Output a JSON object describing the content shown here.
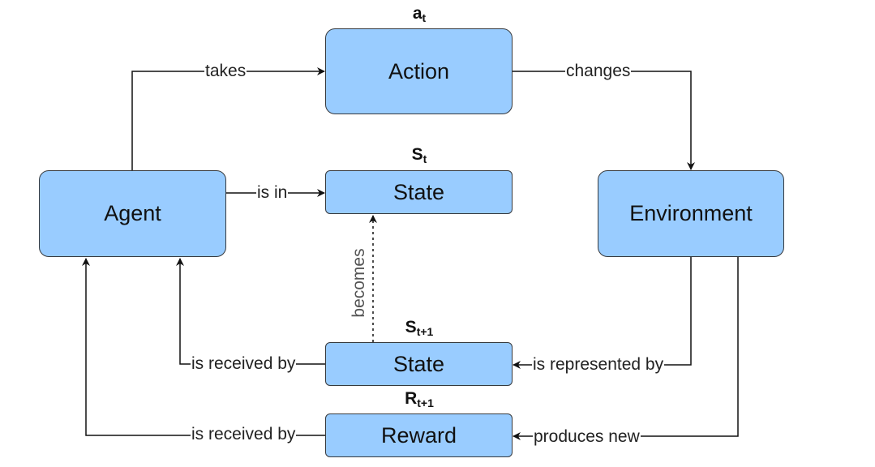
{
  "nodes": {
    "action": "Action",
    "state": "State",
    "agent": "Agent",
    "environment": "Environment",
    "next_state": "State",
    "reward": "Reward"
  },
  "symbols": {
    "action": {
      "base": "a",
      "sub": "t"
    },
    "state": {
      "base": "S",
      "sub": "t"
    },
    "next_state": {
      "base": "S",
      "sub": "t+1"
    },
    "reward": {
      "base": "R",
      "sub": "t+1"
    }
  },
  "edges": {
    "takes": "takes",
    "changes": "changes",
    "is_in": "is in",
    "becomes": "becomes",
    "state_received_by": "is received by",
    "represented_by": "is represented by",
    "reward_received_by": "is received by",
    "produces_new": "produces new"
  },
  "colors": {
    "node_fill": "#99ccff",
    "node_stroke": "#36393d",
    "edge": "#111111"
  }
}
